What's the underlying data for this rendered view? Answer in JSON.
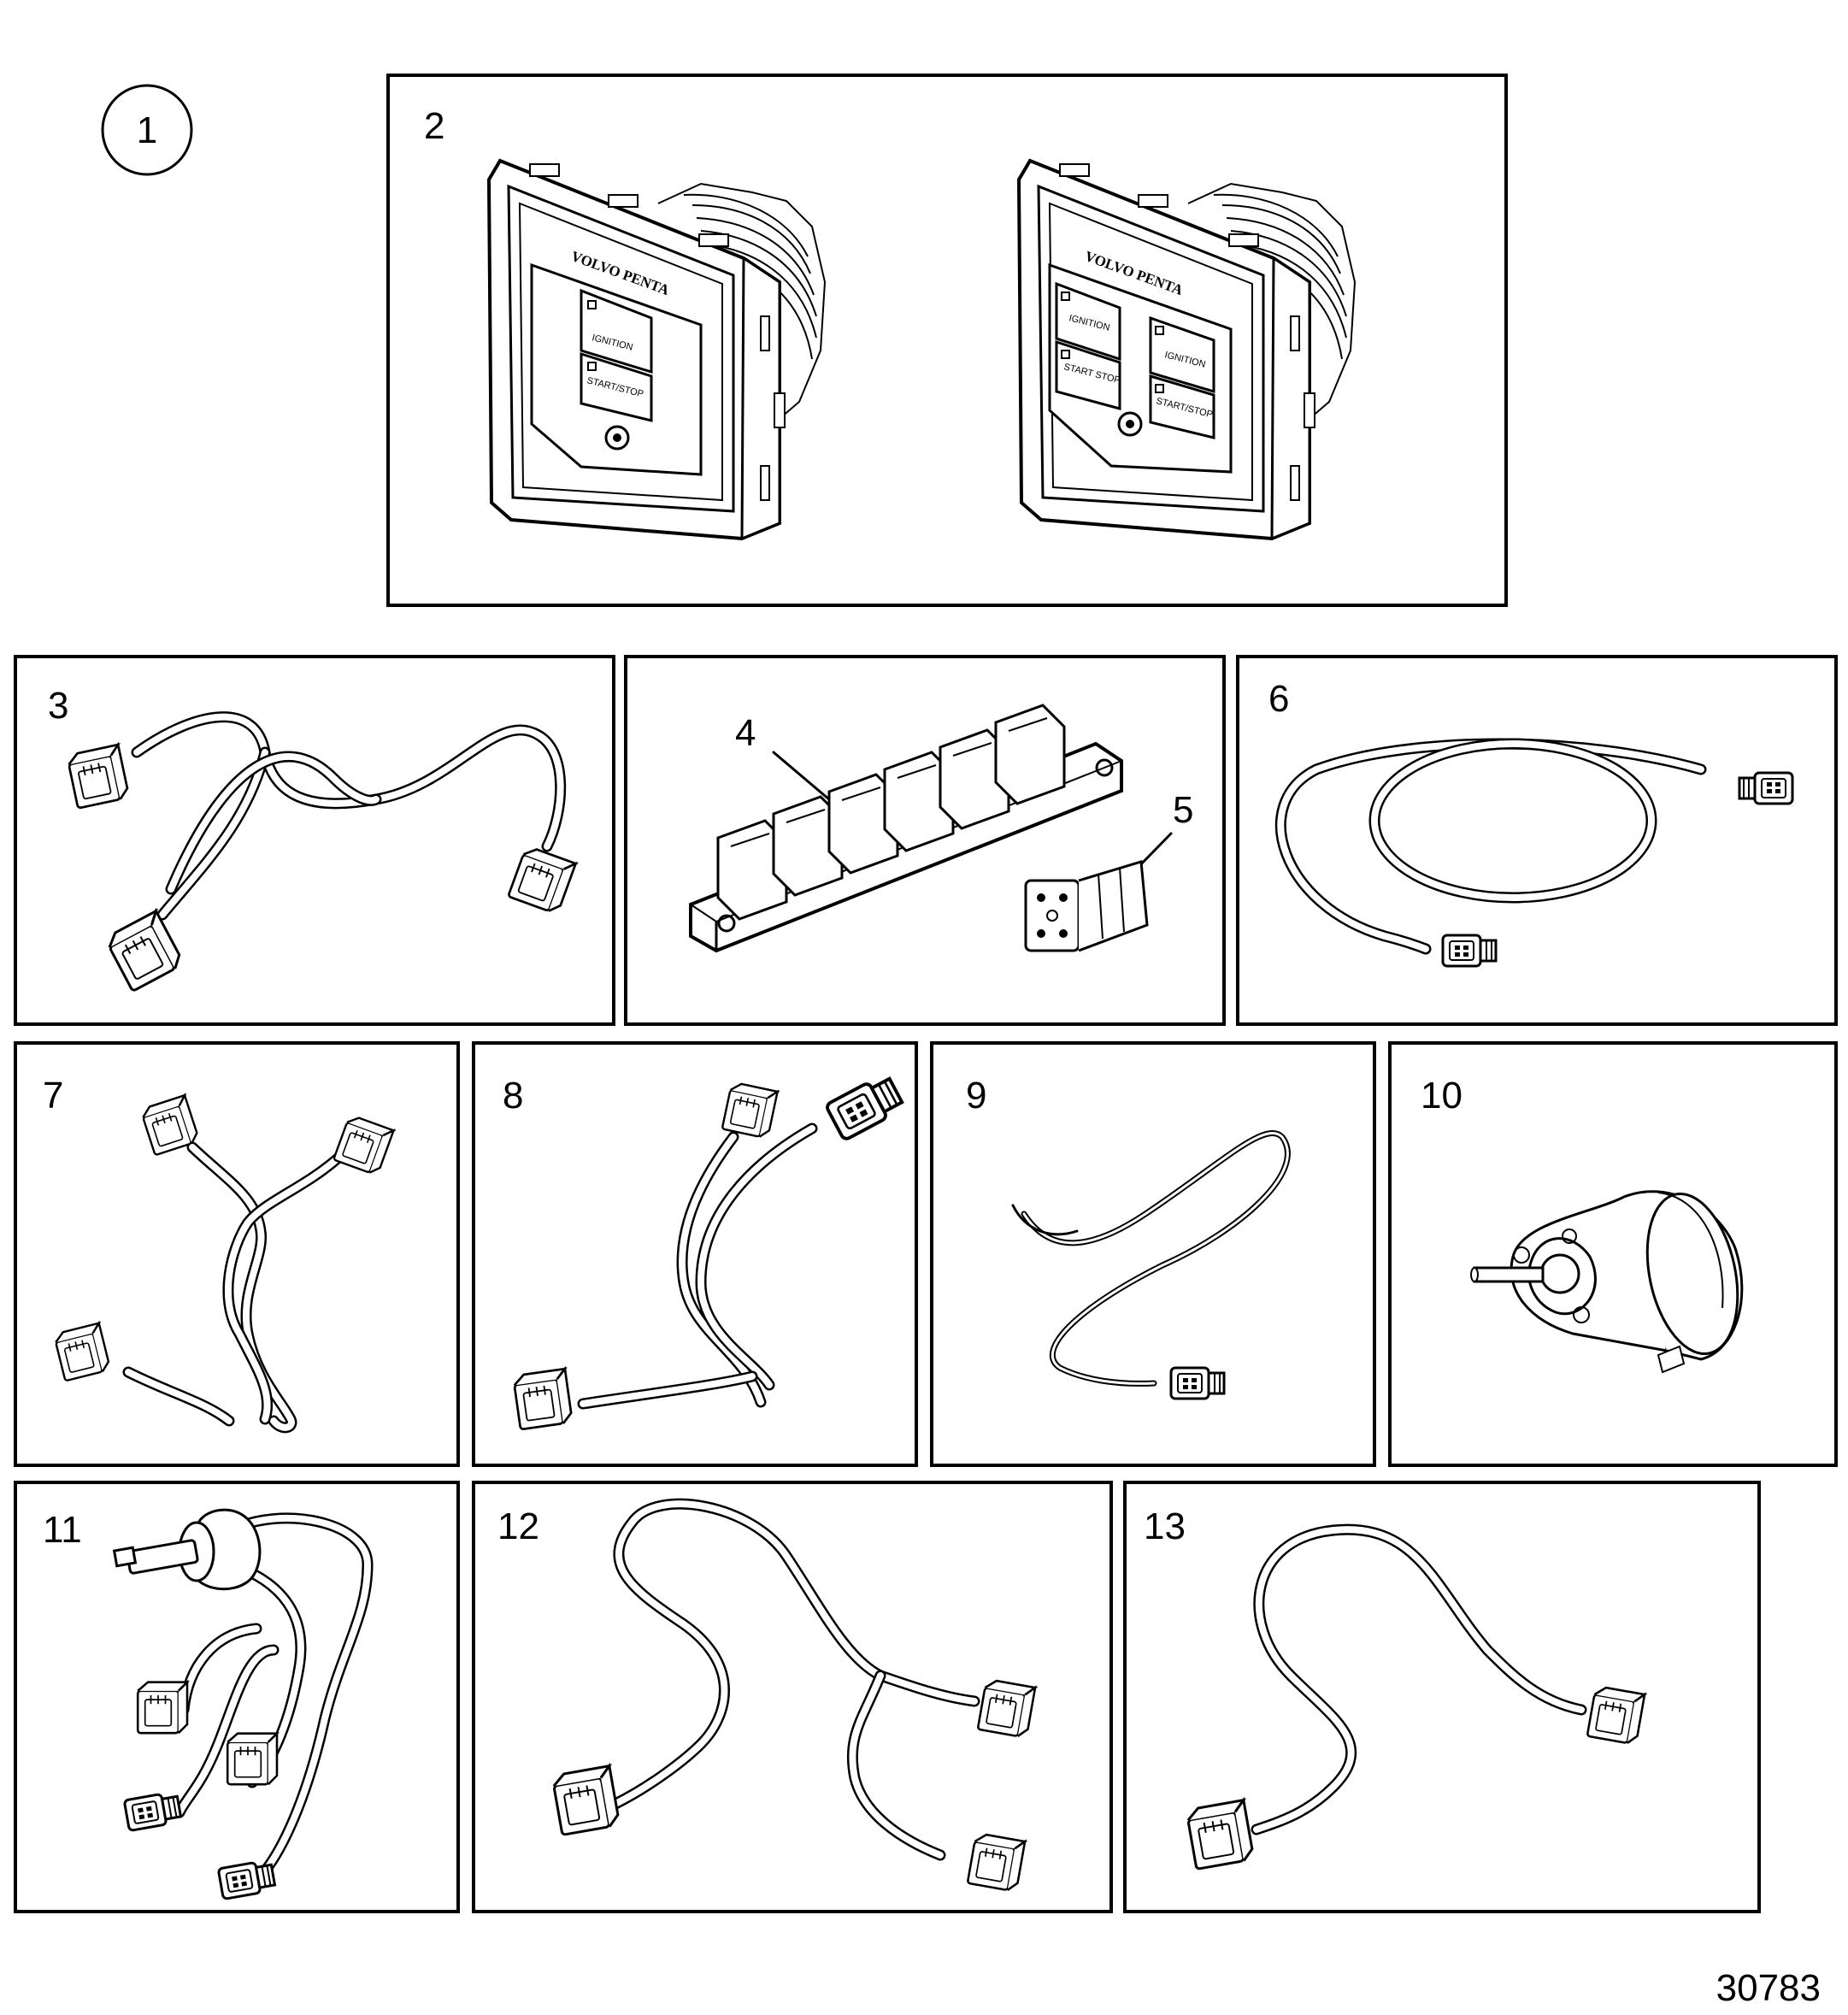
{
  "callout_circle": "1",
  "panels": {
    "p2": {
      "num": "2"
    },
    "p3": {
      "num": "3"
    },
    "p4": {
      "num": "4",
      "num_b": "5"
    },
    "p6": {
      "num": "6"
    },
    "p7": {
      "num": "7"
    },
    "p8": {
      "num": "8"
    },
    "p9": {
      "num": "9"
    },
    "p10": {
      "num": "10"
    },
    "p11": {
      "num": "11"
    },
    "p12": {
      "num": "12"
    },
    "p13": {
      "num": "13"
    }
  },
  "control_panel": {
    "brand": "VOLVO PENTA",
    "ignition": "IGNITION",
    "start_stop": "START/STOP",
    "start_stop_alt": "START STOP"
  },
  "figure_id": "30783"
}
